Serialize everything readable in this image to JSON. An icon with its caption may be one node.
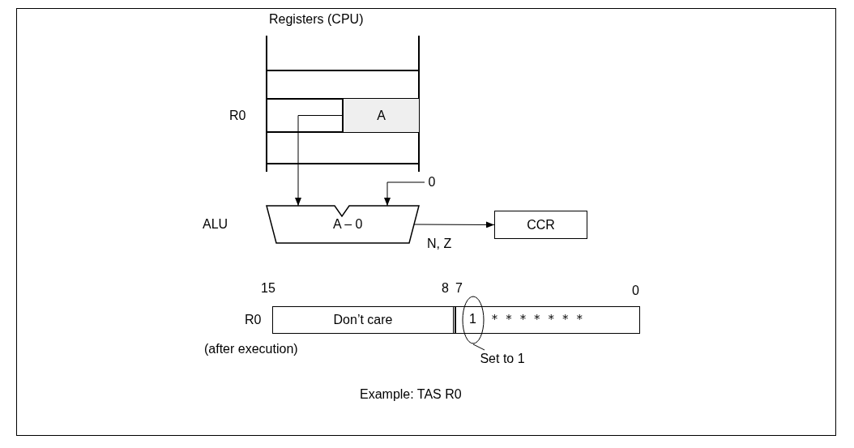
{
  "diagram": {
    "caption": "Example: TAS R0",
    "nodes": [
      {
        "text": [
          "Registers (CPU)"
        ]
      },
      {
        "text": [
          "A"
        ],
        "in": 0
      },
      {
        "text": [
          "A – 0"
        ],
        "beside": [
          "ALU"
        ]
      },
      {
        "text": [
          "0"
        ]
      },
      {
        "text": [
          "CCR"
        ]
      },
      {
        "text": [
          "Don’t care"
        ],
        "beside": [
          "R0"
        ]
      },
      {
        "text": [
          "* * * * * * *"
        ]
      },
      {
        "text": [
          "1"
        ]
      },
      {
        "text": [
          "Set to 1"
        ]
      }
    ],
    "edges": [
      {
        "from": 1,
        "to": 2,
        "arrow": "to"
      },
      {
        "from": 3,
        "to": 2,
        "arrow": "to"
      },
      {
        "from": 2,
        "to": 4,
        "arrow": "to",
        "label": "N, Z"
      },
      {
        "from": 8,
        "to": 7,
        "arrow": "none"
      }
    ],
    "labels": [
      "R0",
      "15",
      "8",
      "7",
      "0",
      "(after execution)"
    ]
  }
}
